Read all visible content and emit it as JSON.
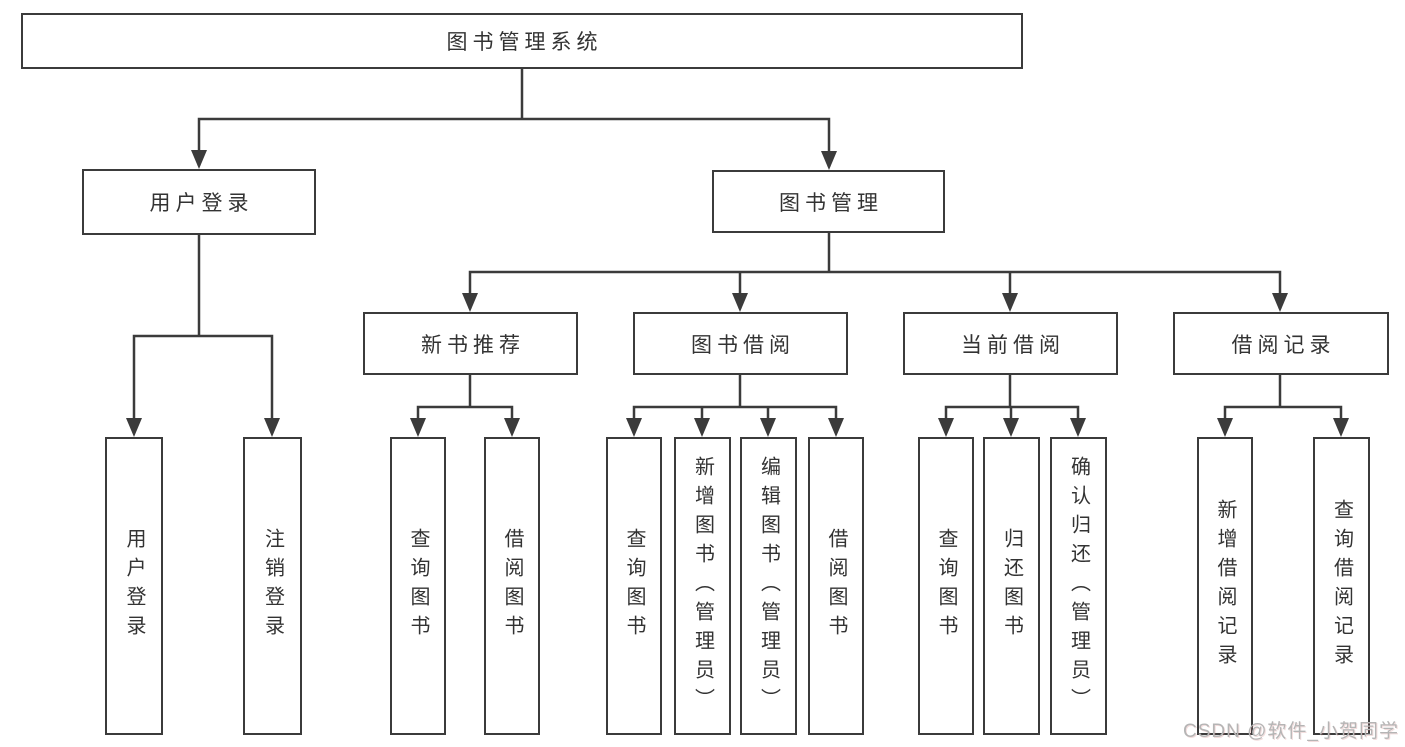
{
  "colors": {
    "line": "#3b3b3b",
    "box_border": "#3b3b3b",
    "box_fill": "#ffffff",
    "text": "#333333",
    "background": "#ffffff",
    "watermark_text_color": "#b5b5b5"
  },
  "watermark": {
    "text": "CSDN @软件_小贺同学"
  },
  "tree": {
    "label": "图书管理系统",
    "children": [
      {
        "label": "用户登录",
        "children": [
          {
            "label": "用户登录"
          },
          {
            "label": "注销登录"
          }
        ]
      },
      {
        "label": "图书管理",
        "children": [
          {
            "label": "新书推荐",
            "children": [
              {
                "label": "查询图书"
              },
              {
                "label": "借阅图书"
              }
            ]
          },
          {
            "label": "图书借阅",
            "children": [
              {
                "label": "查询图书"
              },
              {
                "label": "新增图书（管理员）"
              },
              {
                "label": "编辑图书（管理员）"
              },
              {
                "label": "借阅图书"
              }
            ]
          },
          {
            "label": "当前借阅",
            "children": [
              {
                "label": "查询图书"
              },
              {
                "label": "归还图书"
              },
              {
                "label": "确认归还（管理员）"
              }
            ]
          },
          {
            "label": "借阅记录",
            "children": [
              {
                "label": "新增借阅记录"
              },
              {
                "label": "查询借阅记录"
              }
            ]
          }
        ]
      }
    ]
  }
}
